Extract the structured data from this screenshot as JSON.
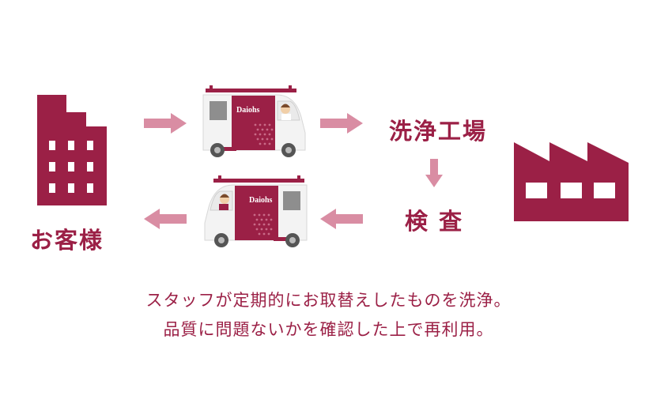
{
  "labels": {
    "customer": "お客様",
    "factory": "洗浄工場",
    "inspection": "検 査"
  },
  "van": {
    "brand": "Daiohs"
  },
  "caption": {
    "line1": "スタッフが定期的にお取替えしたものを洗浄。",
    "line2": "品質に問題ないかを確認した上で再利用。"
  },
  "colors": {
    "brand": "#9b2046",
    "arrow": "#d98da3",
    "van_body": "#f3f3f3"
  },
  "icons": [
    "building-icon",
    "van-icon",
    "factory-icon",
    "arrow-right-icon",
    "arrow-left-icon",
    "arrow-down-icon"
  ]
}
